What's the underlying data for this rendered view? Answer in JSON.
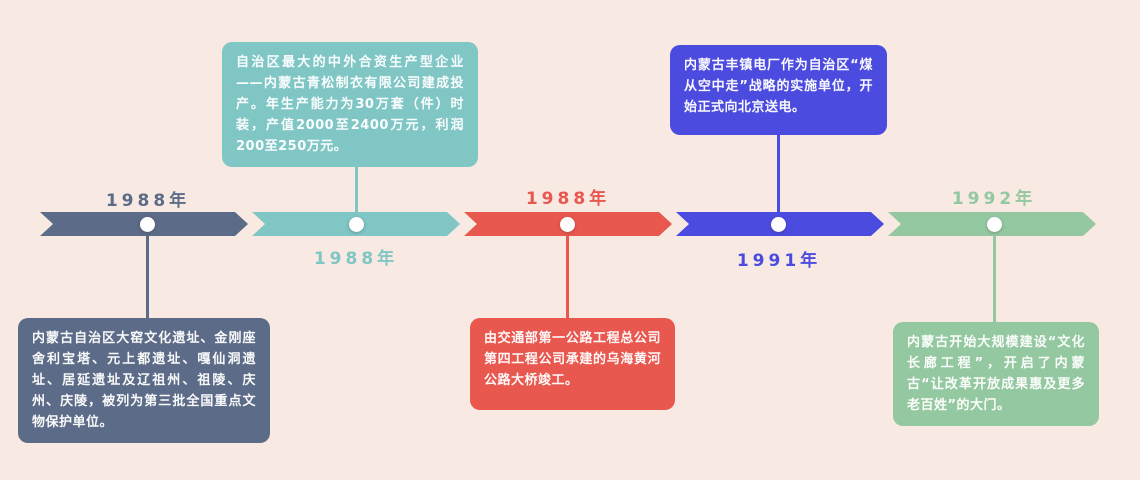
{
  "canvas": {
    "background": "#f8e9e2",
    "node_dot_color": "#ffffff"
  },
  "timeline": {
    "events": [
      {
        "year": "1988年",
        "color": "#5c6b87",
        "year_position": "above",
        "card_position": "below",
        "card_text": "内蒙古自治区大窑文化遗址、金刚座舍利宝塔、元上都遗址、嘎仙洞遗址、居延遗址及辽祖州、祖陵、庆州、庆陵，被列为第三批全国重点文物保护单位。"
      },
      {
        "year": "1988年",
        "color": "#7fc6c5",
        "year_position": "below",
        "card_position": "above",
        "card_text": "自治区最大的中外合资生产型企业——内蒙古青松制衣有限公司建成投产。年生产能力为30万套（件）时装，产值2000至2400万元，利润200至250万元。"
      },
      {
        "year": "1988年",
        "color": "#e8584f",
        "year_position": "above",
        "card_position": "below",
        "card_text": "由交通部第一公路工程总公司第四工程公司承建的乌海黄河公路大桥竣工。"
      },
      {
        "year": "1991年",
        "color": "#4c4be0",
        "year_position": "below",
        "card_position": "above",
        "card_text": "内蒙古丰镇电厂作为自治区“煤从空中走”战略的实施单位，开始正式向北京送电。"
      },
      {
        "year": "1992年",
        "color": "#94c8a1",
        "year_position": "above",
        "card_position": "below",
        "card_text": "内蒙古开始大规模建设“文化长廊工程”，开启了内蒙古“让改革开放成果惠及更多老百姓”的大门。"
      }
    ]
  }
}
